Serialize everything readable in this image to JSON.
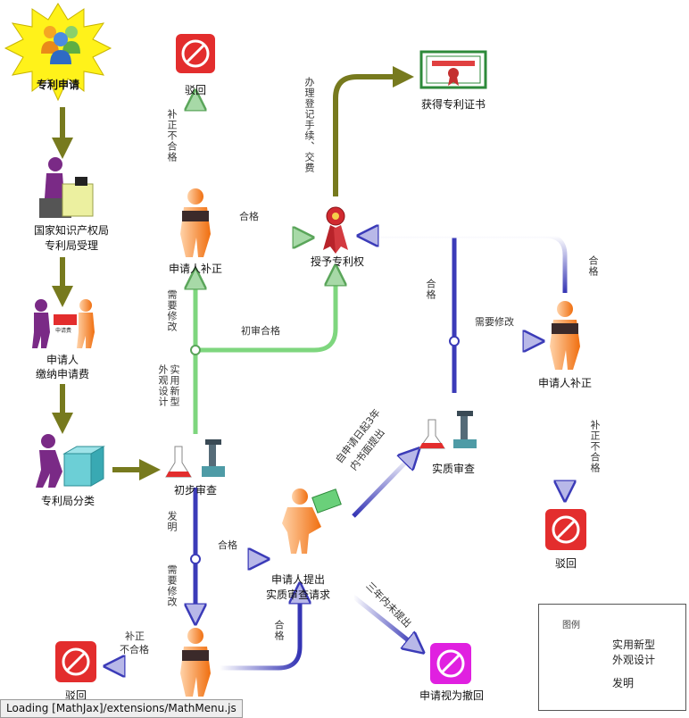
{
  "nodes": {
    "apply": "专利申请",
    "reject_top": "驳回",
    "certificate": "获得专利证书",
    "office_line1": "国家知识产权局",
    "office_line2": "专利局受理",
    "applicant_correct_top": "申请人补正",
    "grant": "授予专利权",
    "fee_line1": "申请人",
    "fee_line2": "缴纳申请费",
    "fee_card": "申请费",
    "applicant_correct_right": "申请人补正",
    "classify": "专利局分类",
    "prelim": "初步审查",
    "substantive": "实质审查",
    "request_line1": "申请人提出",
    "request_line2": "实质审查请求",
    "reject_right": "驳回",
    "reject_bottom": "驳回",
    "withdraw": "申请视为撤回"
  },
  "edges": {
    "correct_fail_top": "补正不合格",
    "correct_pass_top": "合格",
    "register": "办理登记手续、交费",
    "need_modify_left": "需要修改",
    "prelim_pass": "初审合格",
    "pass_right_mid": "合格",
    "need_modify_right": "需要修改",
    "pass_right_top": "合格",
    "utility_design": "实用新型外观设计",
    "invention": "发明",
    "within3_line1": "自申请日起3年",
    "within3_line2": "内书面提出",
    "pass_to_request": "合格",
    "correct_fail_right": "补正不合格",
    "need_modify_bottom": "需要修改",
    "not_within3": "三年内未提出",
    "bottom_pass": "合格",
    "correct_fail_bottom": "补正不合格"
  },
  "legend": {
    "title": "图例",
    "green_line1": "实用新型",
    "green_line2": "外观设计",
    "blue": "发明"
  },
  "status_bar": "Loading [MathJax]/extensions/MathMenu.js",
  "colors": {
    "green": "#7ed67e",
    "blue": "#3b3bb8",
    "olive": "#777a1e",
    "red": "#e32d2d",
    "orange": "#f07a20",
    "purple": "#7a2a86",
    "magenta": "#e020e0",
    "burst": "#fff21a"
  }
}
